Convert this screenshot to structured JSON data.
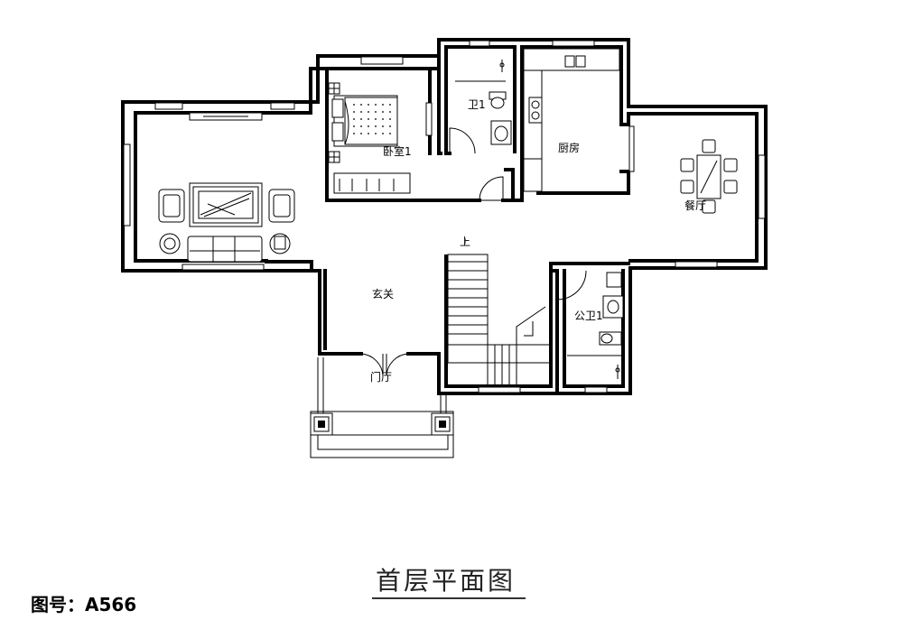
{
  "rooms": {
    "bedroom": "卧室1",
    "bath1": "卫1",
    "kitchen": "厨房",
    "dining": "餐厅",
    "foyer": "玄关",
    "entry": "门厅",
    "public_bath": "公卫1",
    "stair_mark": "上"
  },
  "plan_title": "首层平面图",
  "drawing_number": "图号：A566"
}
